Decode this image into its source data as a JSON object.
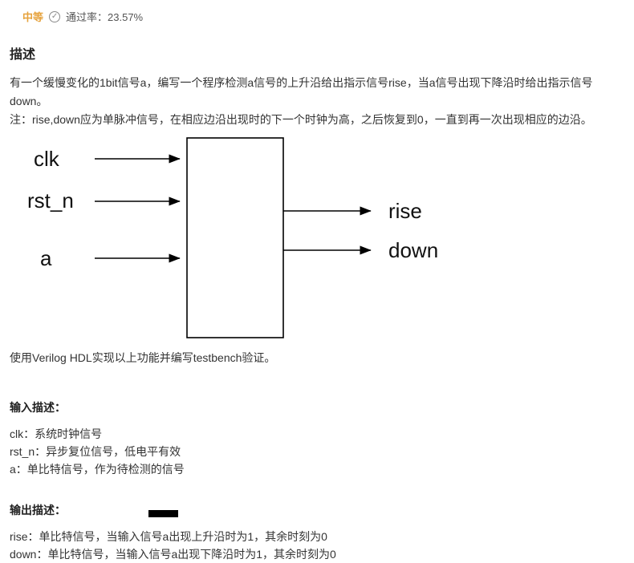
{
  "header": {
    "difficulty": "中等",
    "difficulty_color": "#e6a23c",
    "pass_icon_glyph": "✓",
    "pass_rate": "通过率：23.57%"
  },
  "description": {
    "title": "描述",
    "paragraphs": [
      "有一个缓慢变化的1bit信号a，编写一个程序检测a信号的上升沿给出指示信号rise，当a信号出现下降沿时给出指示信号down。",
      "注：rise,down应为单脉冲信号，在相应边沿出现时的下一个时钟为高，之后恢复到0，一直到再一次出现相应的边沿。"
    ],
    "verilog_note": "使用Verilog HDL实现以上功能并编写testbench验证。"
  },
  "diagram": {
    "type": "block-diagram",
    "inputs": [
      "clk",
      "rst_n",
      "a"
    ],
    "outputs": [
      "rise",
      "down"
    ]
  },
  "input_section": {
    "title": "输入描述：",
    "lines": [
      "clk：系统时钟信号",
      "rst_n：异步复位信号，低电平有效",
      "a：单比特信号，作为待检测的信号"
    ]
  },
  "output_section": {
    "title": "输出描述：",
    "lines": [
      "rise：单比特信号，当输入信号a出现上升沿时为1，其余时刻为0",
      "down：单比特信号，当输入信号a出现下降沿时为1，其余时刻为0"
    ]
  }
}
